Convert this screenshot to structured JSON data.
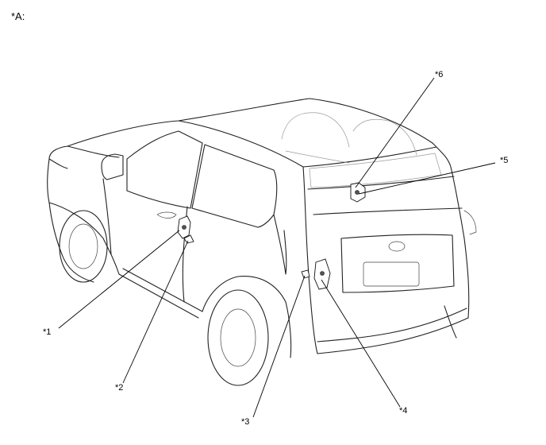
{
  "view_label": "*A:",
  "callouts": [
    {
      "id": "1",
      "label": "*1"
    },
    {
      "id": "2",
      "label": "*2"
    },
    {
      "id": "3",
      "label": "*3"
    },
    {
      "id": "4",
      "label": "*4"
    },
    {
      "id": "5",
      "label": "*5"
    },
    {
      "id": "6",
      "label": "*6"
    }
  ],
  "icons": {
    "vehicle": "suv-rear-three-quarter-outline-icon",
    "component": "door-lock-assembly-icon"
  }
}
